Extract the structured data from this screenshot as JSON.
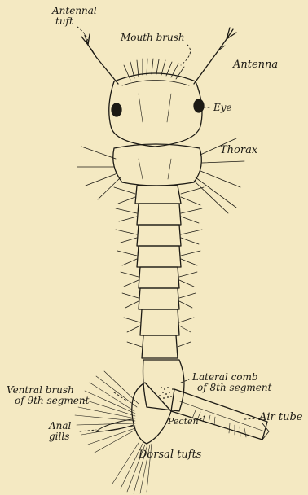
{
  "diagram": {
    "ink_color": "#1c1a14",
    "paper_color": "#f4e9c2",
    "labels": {
      "antennal_tuft_line1": "Antennal",
      "antennal_tuft_line2": "tuft",
      "mouth_brush": "Mouth brush",
      "antenna": "Antenna",
      "eye": "Eye",
      "thorax": "Thorax",
      "lateral_comb_line1": "Lateral comb",
      "lateral_comb_line2": "of 8th segment",
      "ventral_brush_line1": "Ventral brush",
      "ventral_brush_line2": "of 9th segment",
      "air_tube": "Air tube",
      "anal_gills_line1": "Anal",
      "anal_gills_line2": "gills",
      "pecten": "Pecten",
      "dorsal_tufts": "Dorsal tufts"
    }
  }
}
